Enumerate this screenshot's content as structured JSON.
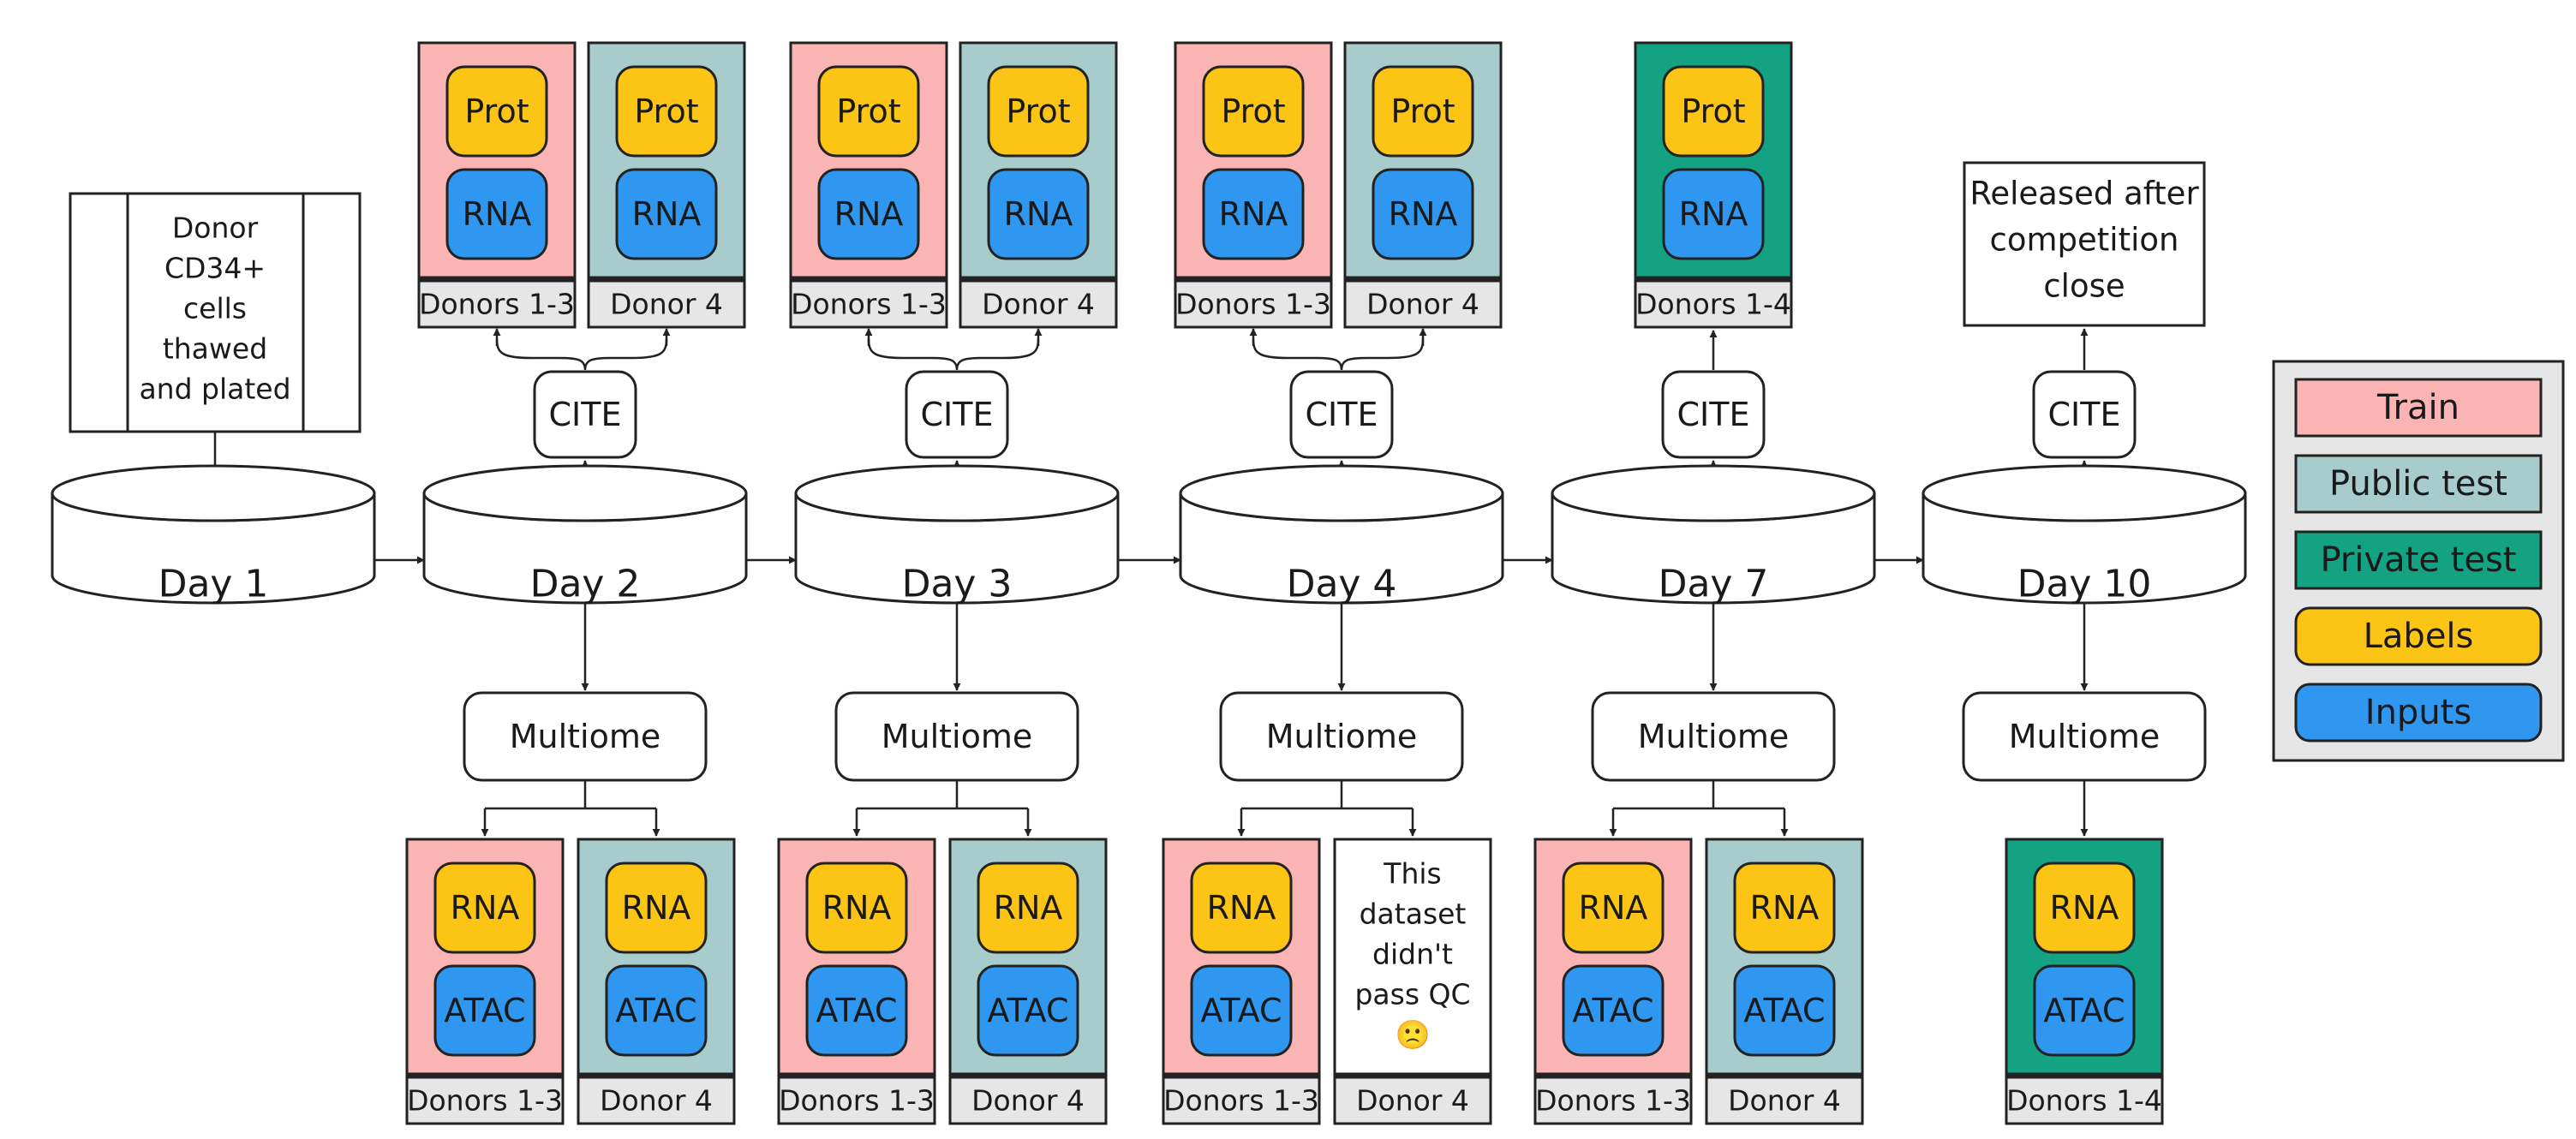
{
  "colors": {
    "train": "#fbb4b4",
    "public_test": "#a8cccc",
    "private_test": "#13a383",
    "labels": "#fcc516",
    "inputs": "#2f97f0",
    "donor_bar": "#e6e6e6",
    "legend_bg": "#e6e6e6",
    "stroke": "#222222"
  },
  "start": {
    "box_lines": [
      "Donor",
      "CD34+",
      "cells",
      "thawed",
      "and plated"
    ]
  },
  "days": [
    "Day 1",
    "Day 2",
    "Day 3",
    "Day 4",
    "Day 7",
    "Day 10"
  ],
  "cite": {
    "label": "CITE",
    "groups": [
      [
        {
          "split": "train",
          "top": "Prot",
          "bottom": "RNA",
          "donors": "Donors 1-3"
        },
        {
          "split": "public_test",
          "top": "Prot",
          "bottom": "RNA",
          "donors": "Donor 4"
        }
      ],
      [
        {
          "split": "train",
          "top": "Prot",
          "bottom": "RNA",
          "donors": "Donors 1-3"
        },
        {
          "split": "public_test",
          "top": "Prot",
          "bottom": "RNA",
          "donors": "Donor 4"
        }
      ],
      [
        {
          "split": "train",
          "top": "Prot",
          "bottom": "RNA",
          "donors": "Donors 1-3"
        },
        {
          "split": "public_test",
          "top": "Prot",
          "bottom": "RNA",
          "donors": "Donor 4"
        }
      ],
      [
        {
          "split": "private_test",
          "top": "Prot",
          "bottom": "RNA",
          "donors": "Donors 1-4"
        }
      ]
    ],
    "released_lines": [
      "Released after",
      "competition",
      "close"
    ]
  },
  "multiome": {
    "label": "Multiome",
    "groups": [
      [
        {
          "split": "train",
          "top": "RNA",
          "bottom": "ATAC",
          "donors": "Donors 1-3"
        },
        {
          "split": "public_test",
          "top": "RNA",
          "bottom": "ATAC",
          "donors": "Donor 4"
        }
      ],
      [
        {
          "split": "train",
          "top": "RNA",
          "bottom": "ATAC",
          "donors": "Donors 1-3"
        },
        {
          "split": "public_test",
          "top": "RNA",
          "bottom": "ATAC",
          "donors": "Donor 4"
        }
      ],
      [
        {
          "split": "train",
          "top": "RNA",
          "bottom": "ATAC",
          "donors": "Donors 1-3"
        },
        {
          "split": "failed",
          "note_lines": [
            "This",
            "dataset",
            "didn't",
            "pass QC",
            "🙁"
          ],
          "donors": "Donor 4"
        }
      ],
      [
        {
          "split": "train",
          "top": "RNA",
          "bottom": "ATAC",
          "donors": "Donors 1-3"
        },
        {
          "split": "public_test",
          "top": "RNA",
          "bottom": "ATAC",
          "donors": "Donor 4"
        }
      ],
      [
        {
          "split": "private_test",
          "top": "RNA",
          "bottom": "ATAC",
          "donors": "Donors 1-4"
        }
      ]
    ]
  },
  "legend": [
    {
      "label": "Train",
      "color_key": "train"
    },
    {
      "label": "Public test",
      "color_key": "public_test"
    },
    {
      "label": "Private test",
      "color_key": "private_test"
    },
    {
      "label": "Labels",
      "color_key": "labels"
    },
    {
      "label": "Inputs",
      "color_key": "inputs"
    }
  ]
}
